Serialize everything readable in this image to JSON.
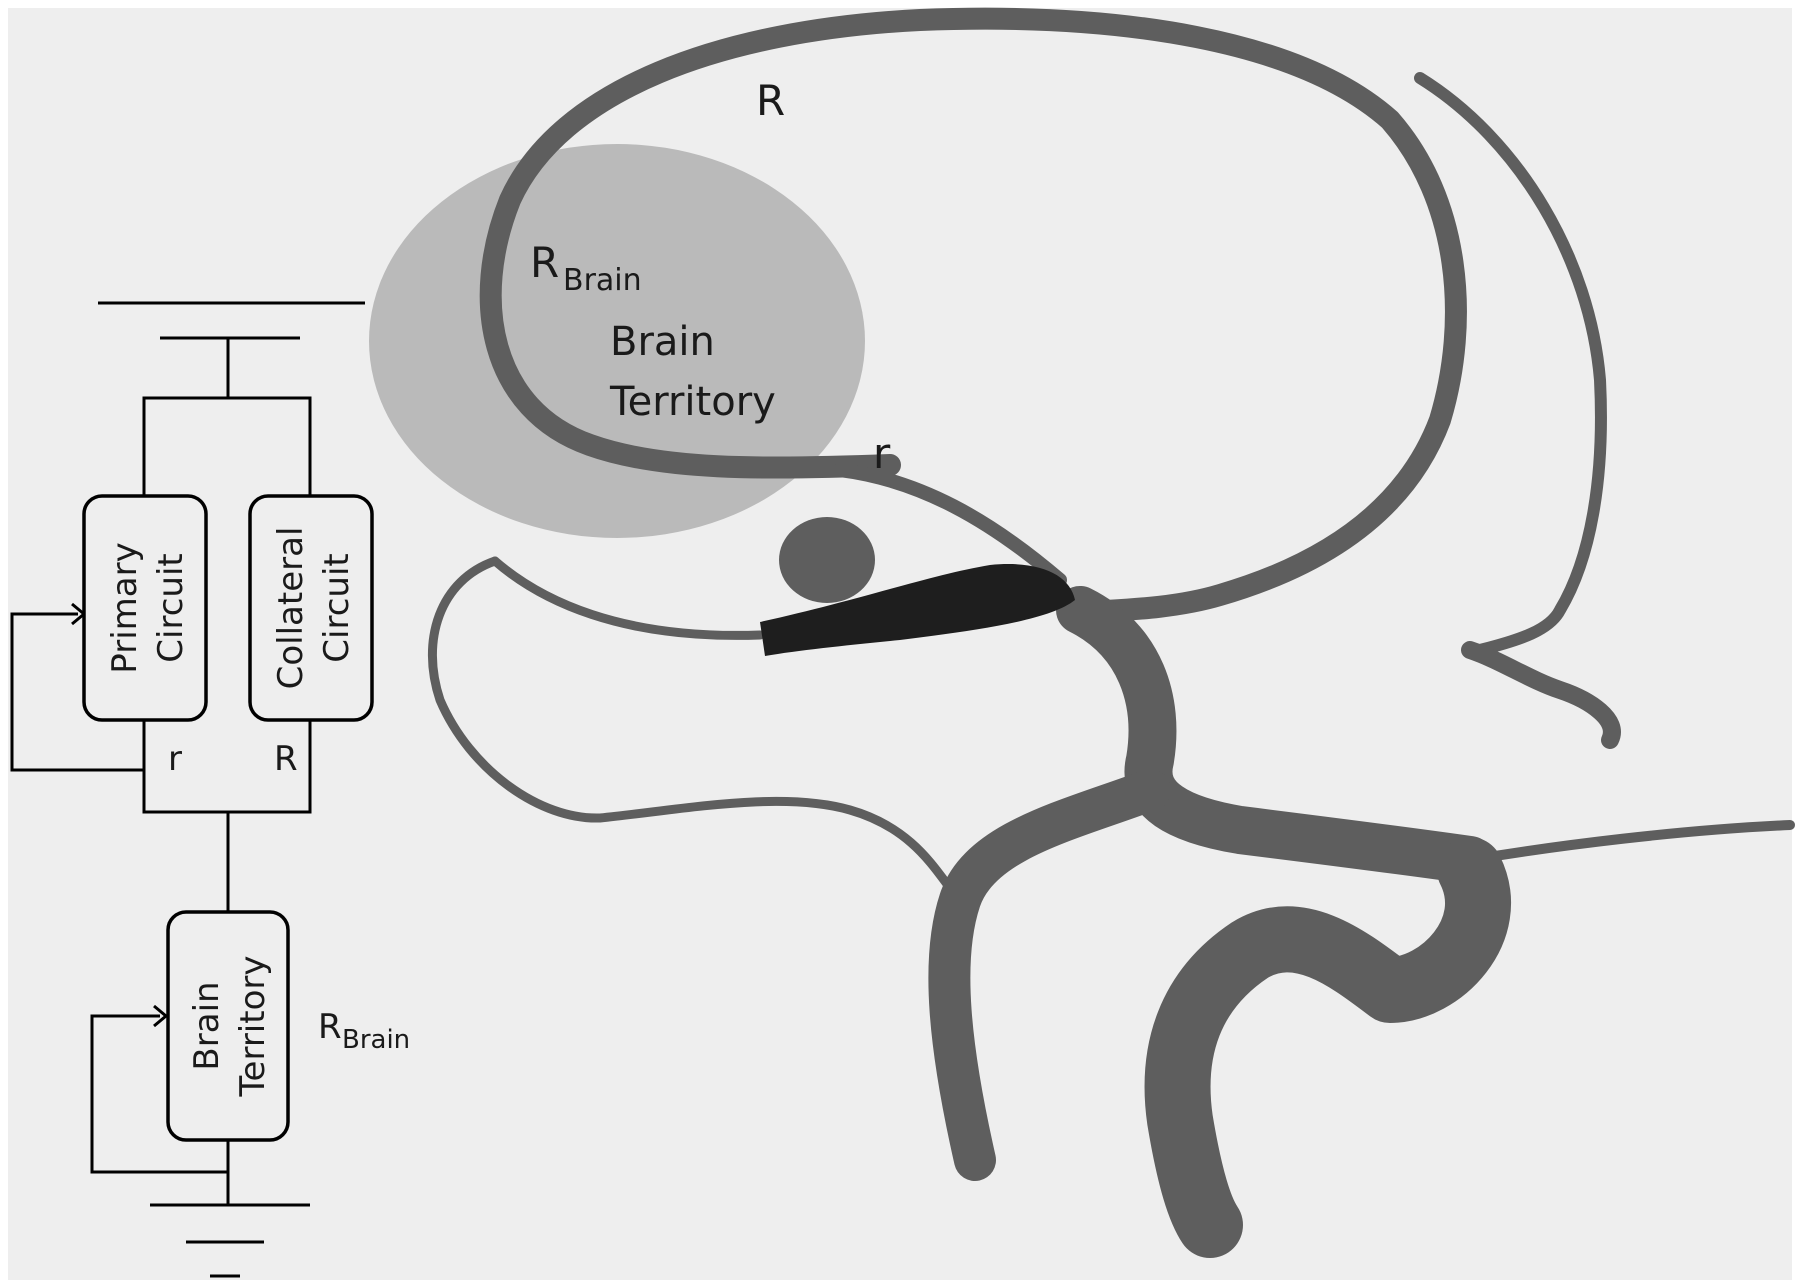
{
  "labels": {
    "artery_R": "R",
    "artery_r": "r",
    "territory_R_main": "R",
    "territory_R_sub": "Brain",
    "territory_line1": "Brain",
    "territory_line2": "Territory"
  },
  "circuit": {
    "primary_line1": "Primary",
    "primary_line2": "Circuit",
    "collateral_line1": "Collateral",
    "collateral_line2": "Circuit",
    "r_label": "r",
    "R_label": "R",
    "brain_line1": "Brain",
    "brain_line2": "Territory",
    "rbrain_main": "R",
    "rbrain_sub": "Brain"
  },
  "colors": {
    "background": "#eeeeee",
    "vessel": "#5e5e5e",
    "occlusion": "#1e1e1e",
    "territory": "#b9b9b9"
  }
}
